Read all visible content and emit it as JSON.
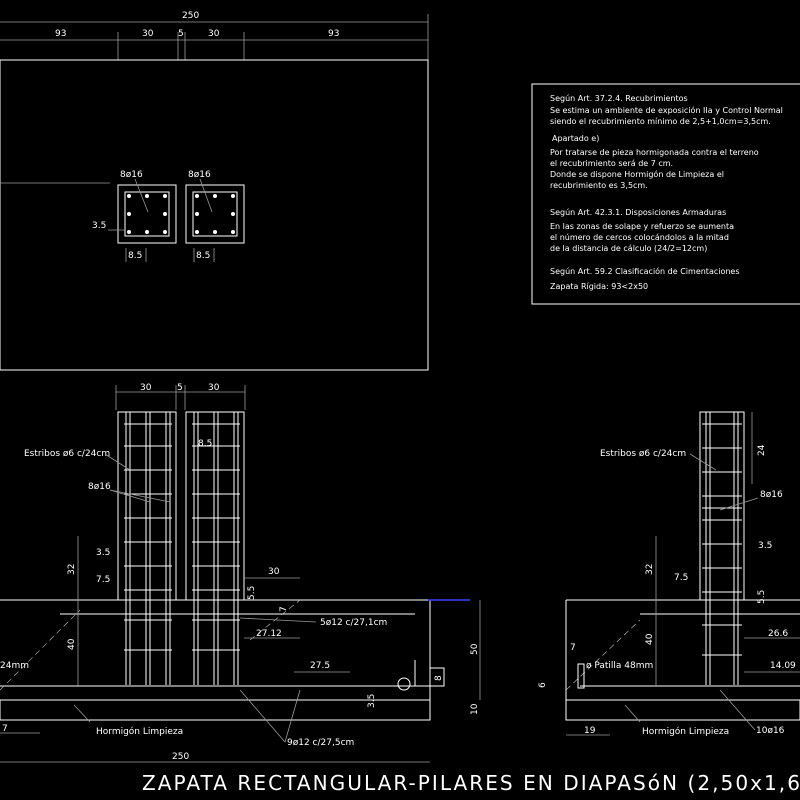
{
  "drawing_title": "ZAPATA RECTANGULAR-PILARES EN DIAPASóN (2,50x1,6",
  "plan": {
    "overall_dim": "250",
    "segments": [
      "93",
      "30",
      "5",
      "30",
      "93"
    ],
    "column_label_left": "8ø16",
    "column_label_right": "8ø16",
    "cover_dim": "3.5",
    "cover_dim_bottom_left": "8.5",
    "cover_dim_bottom_right": "8.5"
  },
  "notes": [
    "Según Art. 37.2.4. Recubrimientos",
    "Se estima un ambiente de exposición IIa y Control Normal",
    "siendo el recubrimiento mínimo de 2,5+1,0cm=3,5cm.",
    "Apartado e)",
    "Por tratarse de pieza hormigonada contra el terreno",
    "el recubrimiento será de 7 cm.",
    "Donde se dispone Hormigón de Limpieza el",
    "recubrimiento es 3,5cm.",
    "Según Art. 42.3.1. Disposiciones Armaduras",
    "En las zonas de solape y refuerzo se aumenta",
    "el número de cercos colocándolos a la mitad",
    "de la distancia de cálculo (24/2=12cm)",
    "Según Art. 59.2 Clasificación de Cimentaciones",
    "Zapata Rígida: 93<2x50"
  ],
  "section_a": {
    "top_dims": [
      "30",
      "5",
      "30"
    ],
    "stirrups": "Estribos ø6 c/24cm",
    "bars": "8ø16",
    "dim_85": "8.5",
    "dim_35": "3.5",
    "dim_32": "32",
    "dim_75": "7.5",
    "dim_30": "30",
    "dim_55": "5.5",
    "dim_7": "7",
    "top_rebar": "5ø12  c/27,1cm",
    "dim_2712": "27.12",
    "dim_40": "40",
    "dim_50": "50",
    "dim_275": "27.5",
    "dim_35b": "3.5",
    "dim_8": "8",
    "dim_10": "10",
    "patilla": "24mm",
    "left_dim": "7",
    "lean_concrete": "Hormigón Limpieza",
    "bottom_rebar": "9ø12  c/27,5cm",
    "overall_dim": "250"
  },
  "section_b": {
    "dim_24": "24",
    "stirrups": "Estribos ø6 c/24cm",
    "bars": "8ø16",
    "dim_35": "3.5",
    "dim_32": "32",
    "dim_75": "7.5",
    "dim_55": "5.5",
    "dim_40": "40",
    "dim_266": "26.6",
    "dim_7": "7",
    "patilla": "ø Patilla 48mm",
    "dim_6": "6",
    "dim_1409": "14.09",
    "dim_19": "19",
    "lean_concrete": "Hormigón Limpieza",
    "bottom_rebar": "10ø16"
  }
}
